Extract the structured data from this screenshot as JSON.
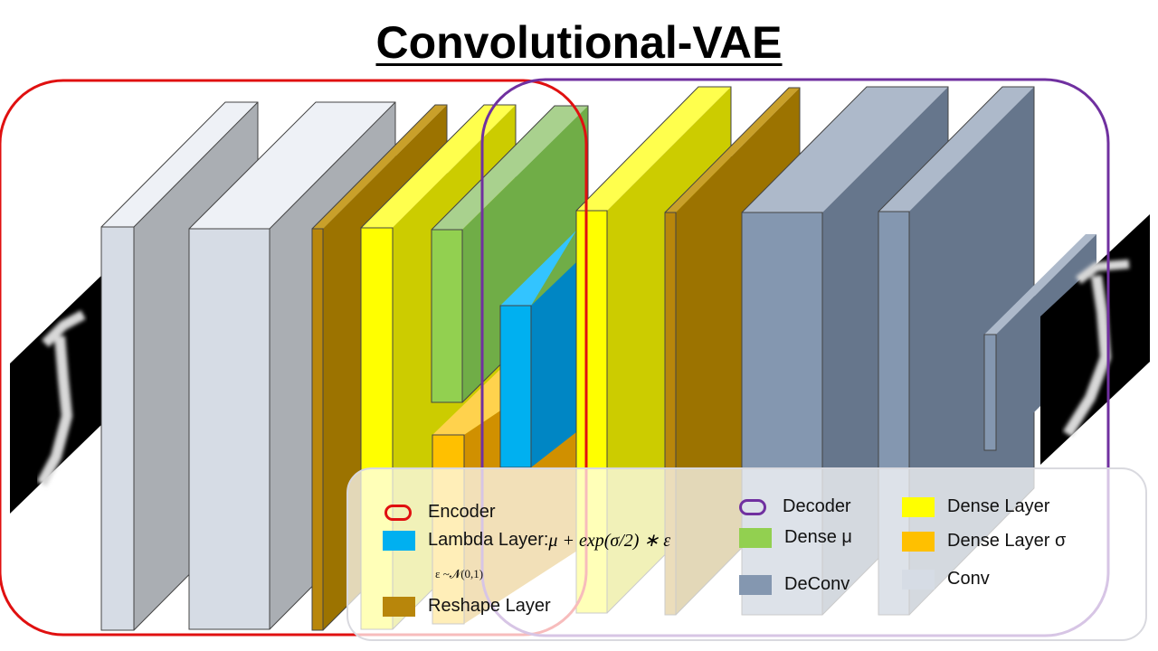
{
  "title": "Convolutional-VAE",
  "groups": {
    "encoder": {
      "label": "Encoder",
      "color": "#e01010"
    },
    "decoder": {
      "label": "Decoder",
      "color": "#7030a0"
    }
  },
  "legend": {
    "encoder": "Encoder",
    "lambda_prefix": "Lambda Layer: ",
    "lambda_formula": "μ + exp(σ/2) ∗ ε",
    "epsilon_note": "ε ~𝓝(0,1)",
    "reshape": "Reshape Layer",
    "decoder": "Decoder",
    "dense_mu": "Dense μ",
    "deconv": "DeConv",
    "dense_layer": "Dense Layer",
    "dense_sigma": "Dense Layer σ",
    "conv": "Conv"
  },
  "colors": {
    "conv": "#d6dce5",
    "reshape": "#9c7300",
    "dense": "#ffff00",
    "dense_mu": "#70ad47",
    "dense_sigma": "#ffc000",
    "lambda": "#00b0f0",
    "deconv": "#8497b0"
  },
  "layers": [
    {
      "id": "input-image",
      "type": "image"
    },
    {
      "id": "conv-1",
      "type": "conv"
    },
    {
      "id": "conv-2",
      "type": "conv"
    },
    {
      "id": "reshape-encoder",
      "type": "reshape"
    },
    {
      "id": "dense-encoder",
      "type": "dense"
    },
    {
      "id": "dense-sigma",
      "type": "dense_sigma"
    },
    {
      "id": "dense-mu",
      "type": "dense_mu"
    },
    {
      "id": "lambda",
      "type": "lambda"
    },
    {
      "id": "dense-decoder",
      "type": "dense"
    },
    {
      "id": "reshape-decoder",
      "type": "reshape"
    },
    {
      "id": "deconv-1",
      "type": "deconv"
    },
    {
      "id": "deconv-2",
      "type": "deconv"
    },
    {
      "id": "deconv-3",
      "type": "deconv"
    },
    {
      "id": "output-image",
      "type": "image"
    }
  ]
}
